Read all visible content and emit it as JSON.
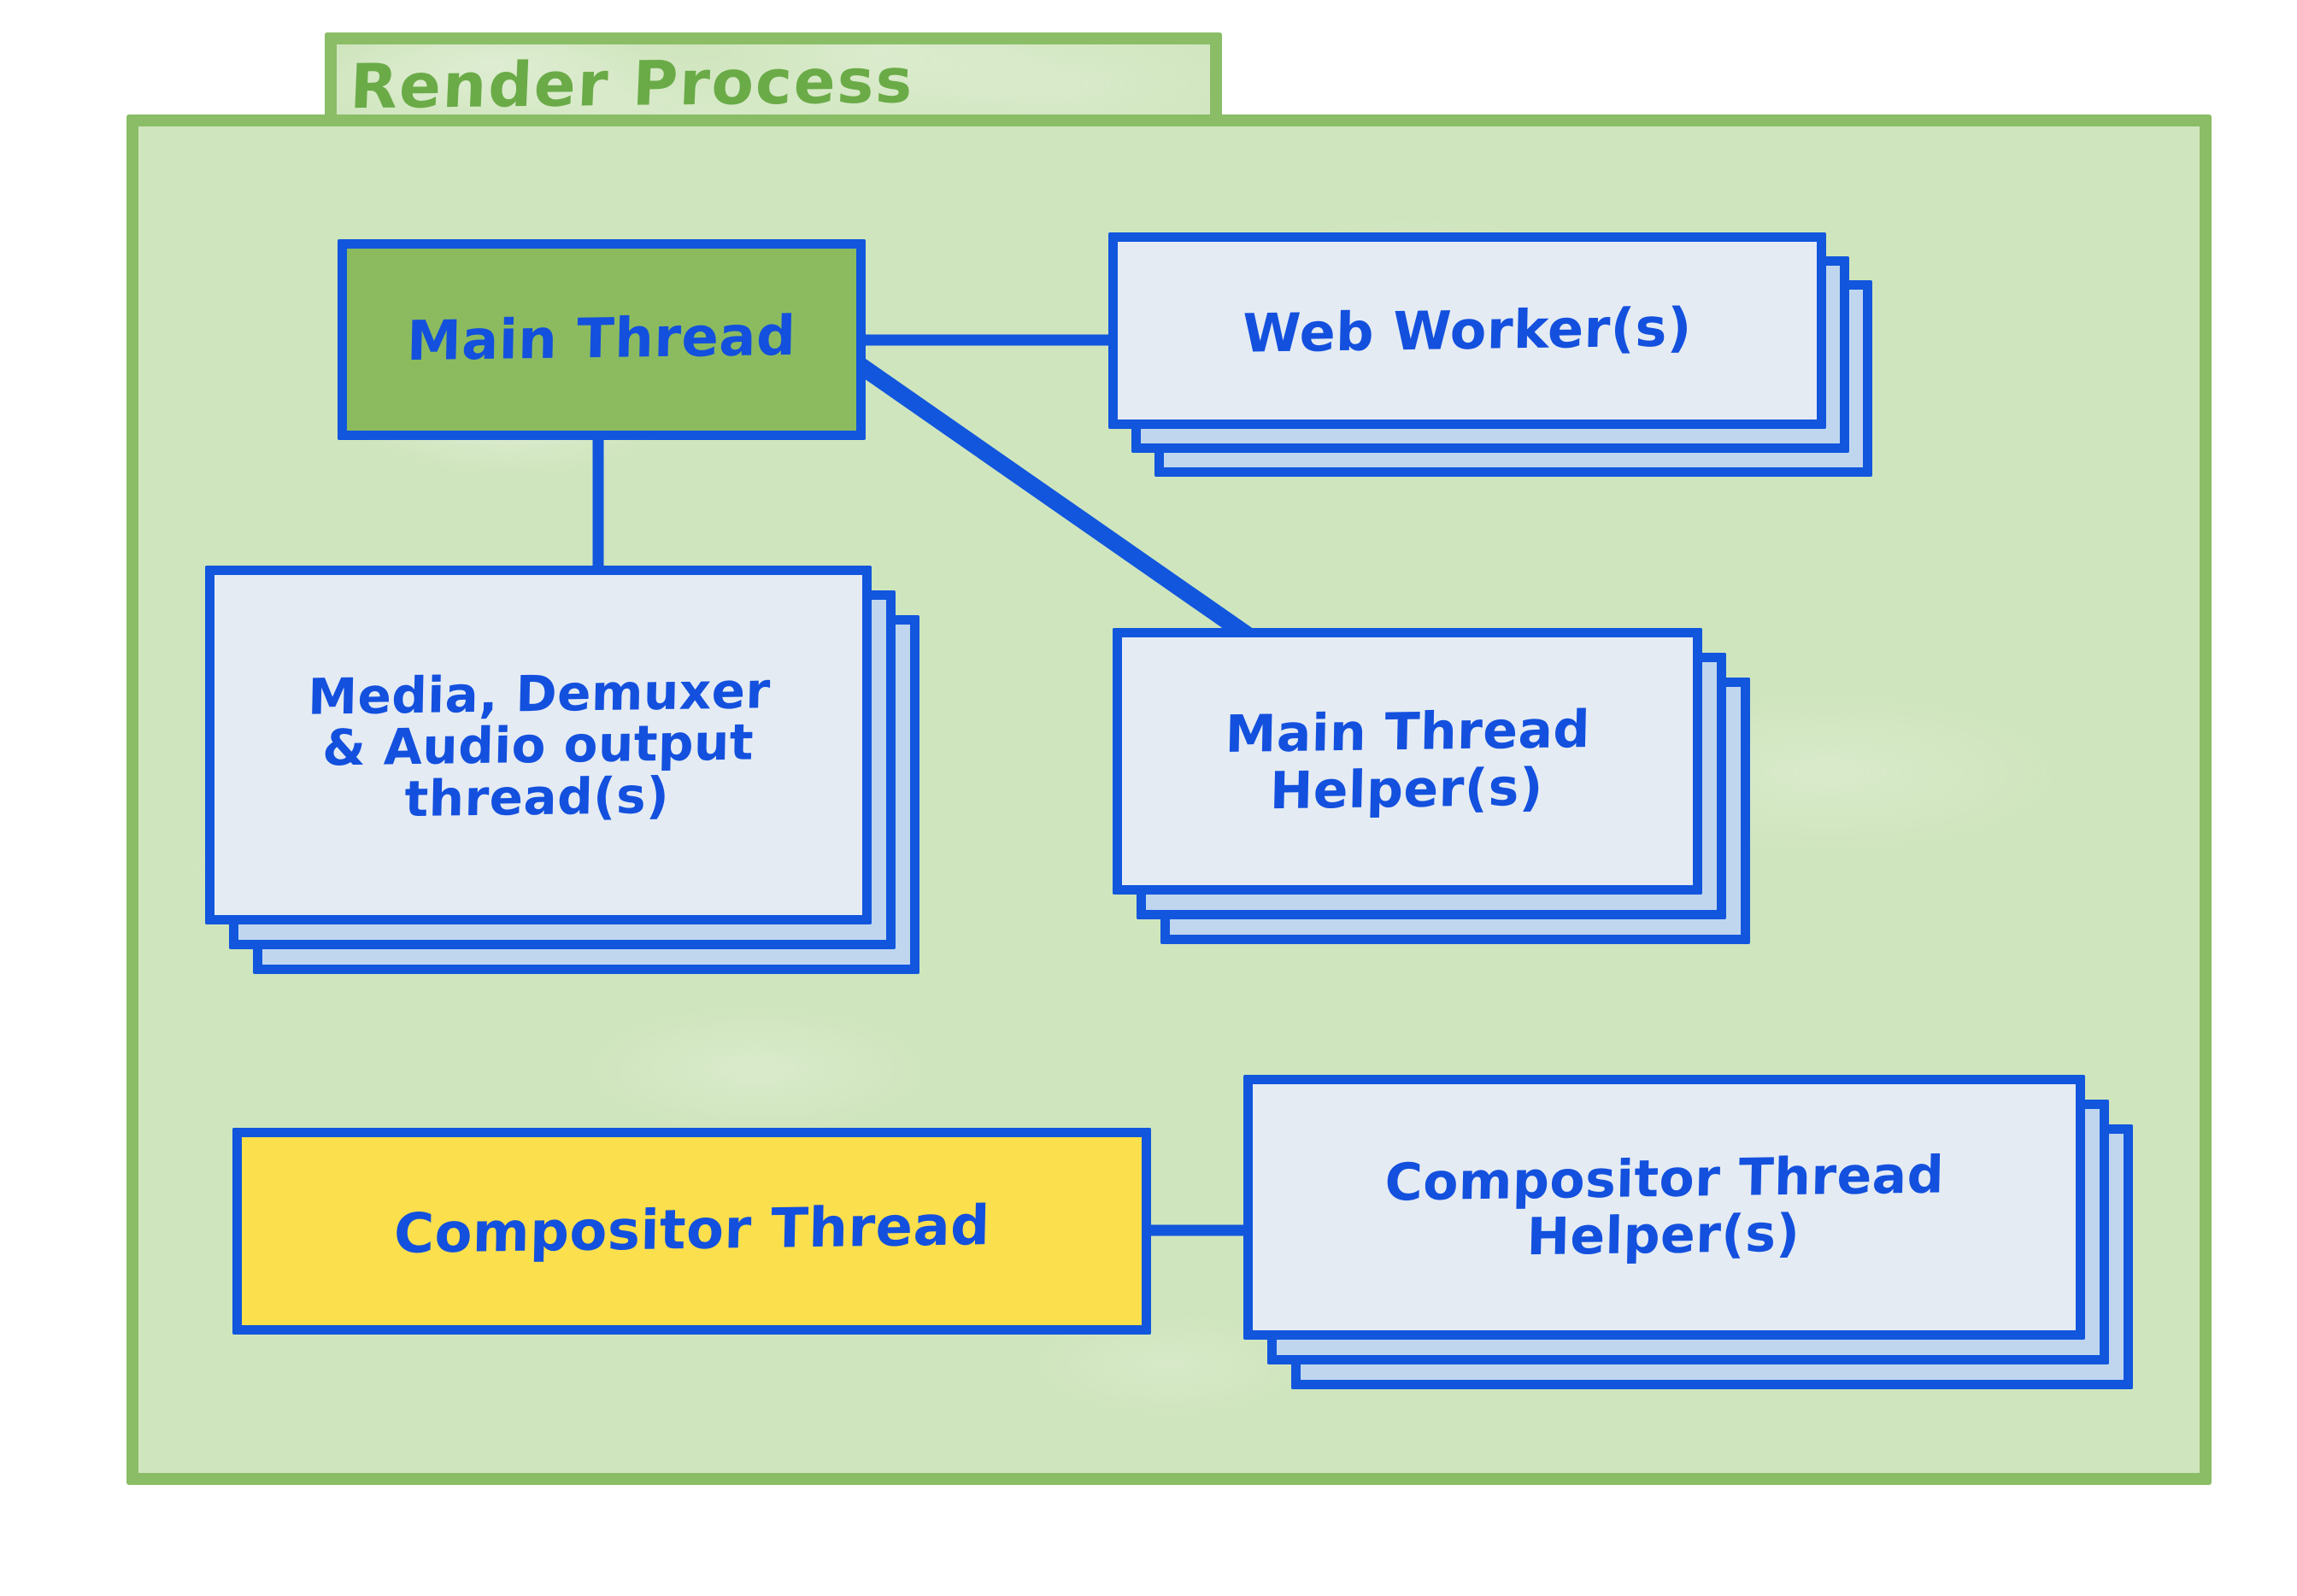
{
  "diagram": {
    "title": "Render Process",
    "type": "block-diagram",
    "colors": {
      "container_fill": "#cfe5bd",
      "container_border": "#8abd66",
      "title_text": "#6aab47",
      "node_border": "#1156dd",
      "node_fill": "#e4ebf3",
      "stack_fill": "#c0d6ef",
      "label_text": "#1350de",
      "main_thread_fill": "#8cbb5f",
      "compositor_thread_fill": "#fbdf4c",
      "page_background": "#ffffff"
    }
  },
  "nodes": [
    {
      "id": "main-thread",
      "label": "Main Thread",
      "fill": "#8cbb5f",
      "stacked": false,
      "stack_count": 1
    },
    {
      "id": "web-worker",
      "label": "Web Worker(s)",
      "fill": "#e4ebf3",
      "stacked": true,
      "stack_count": 3
    },
    {
      "id": "media",
      "label": "Media, Demuxer\n& Audio output\nthread(s)",
      "fill": "#e4ebf3",
      "stacked": true,
      "stack_count": 3
    },
    {
      "id": "main-thread-helper",
      "label": "Main Thread\nHelper(s)",
      "fill": "#e4ebf3",
      "stacked": true,
      "stack_count": 3
    },
    {
      "id": "compositor-thread",
      "label": "Compositor Thread",
      "fill": "#fbdf4c",
      "stacked": false,
      "stack_count": 1
    },
    {
      "id": "compositor-helper",
      "label": "Compositor Thread\nHelper(s)",
      "fill": "#e4ebf3",
      "stacked": true,
      "stack_count": 3
    }
  ],
  "connections": [
    {
      "id": "main-thread-to-web-worker",
      "from": "main-thread",
      "to": "web-worker",
      "style": "horizontal"
    },
    {
      "id": "main-thread-to-media",
      "from": "main-thread",
      "to": "media",
      "style": "vertical"
    },
    {
      "id": "main-thread-to-main-thread-helper",
      "from": "main-thread",
      "to": "main-thread-helper",
      "style": "diagonal"
    },
    {
      "id": "compositor-thread-to-compositor-helper",
      "from": "compositor-thread",
      "to": "compositor-helper",
      "style": "horizontal"
    }
  ]
}
